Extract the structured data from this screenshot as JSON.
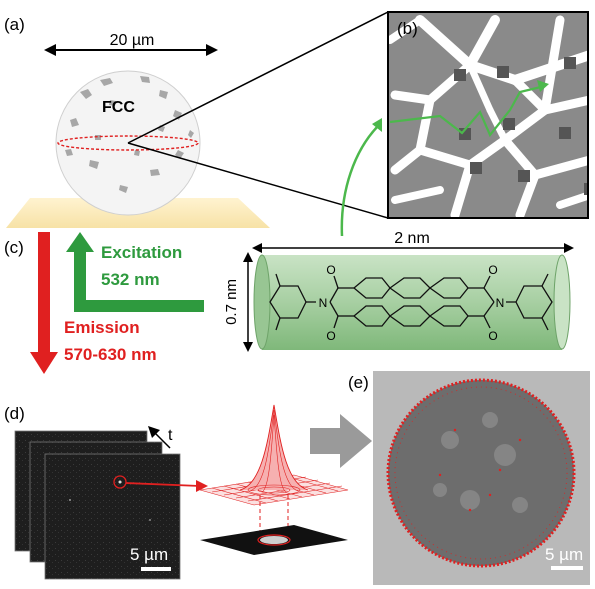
{
  "panels": {
    "a": "(a)",
    "b": "(b)",
    "c": "(c)",
    "d": "(d)",
    "e": "(e)"
  },
  "sphere": {
    "scale_label": "20 µm",
    "name": "FCC"
  },
  "light": {
    "excitation_title": "Excitation",
    "excitation_value": "532 nm",
    "emission_title": "Emission",
    "emission_value": "570-630 nm"
  },
  "molecule": {
    "length_label": "2 nm",
    "width_label": "0.7 nm",
    "atom_label": "N",
    "oxygen_label": "O"
  },
  "movie": {
    "time_label": "t",
    "scale_label": "5 µm"
  },
  "result": {
    "scale_label": "5 µm"
  },
  "colors": {
    "excitation": "#2e9a3e",
    "emission": "#e02020",
    "trajectory": "#4cb84c",
    "pore": "#888888",
    "cylinder": "#a7cfa2"
  }
}
